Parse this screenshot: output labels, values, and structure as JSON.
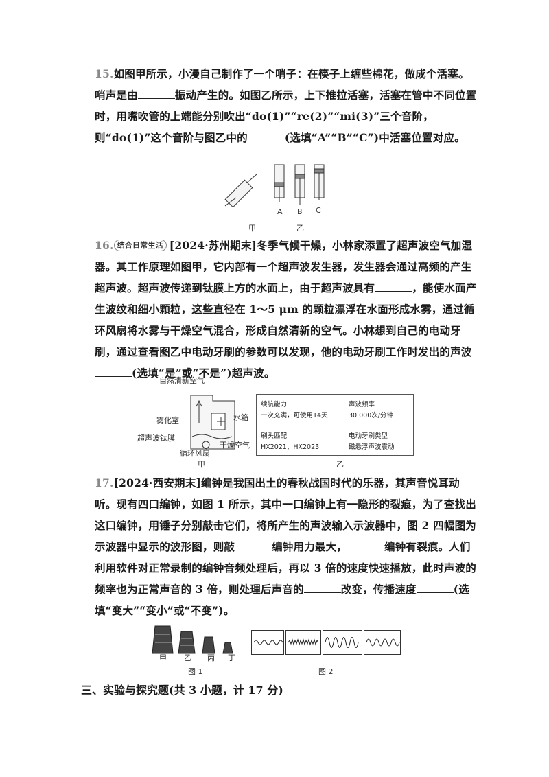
{
  "q15": {
    "number": "15.",
    "t1": "如图甲所示，小漫自己制作了一个哨子：在筷子上缠些棉花，做成个活塞。哨声是由",
    "t2": "振动产生的。如图乙所示，上下推拉活塞，活塞在管中不同位置时，用嘴吹管的上端能分别吹出“do(1)”“re(2)”“mi(3)”三个音阶，则“do(1)”这个音阶与图乙中的",
    "t3": "(选填“A”“B”“C”)中活塞位置对应。",
    "fig": {
      "jia": "甲",
      "yi": "乙",
      "a": "A",
      "b": "B",
      "c": "C"
    }
  },
  "q16": {
    "number": "16.",
    "tag": "结合日常生活",
    "t1": "[2024·苏州期末]冬季气候干燥，小林家添置了超声波空气加湿器。其工作原理如图甲，它内部有一个超声波发生器，发生器会通过高频的产生超声波。超声波传递到钛膜上方的水面上，由于超声波具有",
    "t2": "，能使水面产生波纹和细小颗粒，这些直径在 1～5 μm 的颗粒漂浮在水面形成水雾，通过循环风扇将水雾与干燥空气混合，形成自然清新的空气。小林想到自己的电动牙刷，通过查看图乙中电动牙刷的参数可以发现，他的电动牙刷工作时发出的声波",
    "t3": "(选填“是”或“不是”)超声波。",
    "diagram": {
      "fresh_air": "自然清新空气",
      "atomizer": "雾化室",
      "water_tank": "水箱",
      "film": "超声波钛膜",
      "dry_air": "干燥空气",
      "fan": "循环风扇",
      "caption": "甲"
    },
    "panel": {
      "battery_title": "续航能力",
      "battery_value": "一次充满，可使用14天",
      "freq_title": "声波频率",
      "freq_value": "30 000次/分钟",
      "head_title": "刷头匹配",
      "head_value": "HX2021、HX2023",
      "type_title": "电动牙刷类型",
      "type_value": "磁悬浮声波震动",
      "caption": "乙"
    }
  },
  "q17": {
    "number": "17.",
    "t1": "[2024·西安期末]编钟是我国出土的春秋战国时代的乐器，其声音悦耳动听。现有四口编钟，如图 1 所示，其中一口编钟上有一隐形的裂痕，为了查找出这口编钟，用锤子分别敲击它们，将所产生的声波输入示波器中，图 2 四幅图为示波器中显示的波形图，则敲",
    "t2": "编钟用力最大，",
    "t3": "编钟有裂痕。人们利用软件对正常录制的编钟音频处理后，再以 3 倍的速度快速播放，此时声波的频率也为正常声音的 3 倍，则处理后声音的",
    "t4": "改变，传播速度",
    "t5": "(选填“变大”“变小”或“不变”)。",
    "bells": [
      "甲",
      "乙",
      "丙",
      "丁"
    ],
    "fig1": "图 1",
    "fig2": "图 2"
  },
  "section3": "三、实验与探究题(共 3 小题，计 17 分)"
}
